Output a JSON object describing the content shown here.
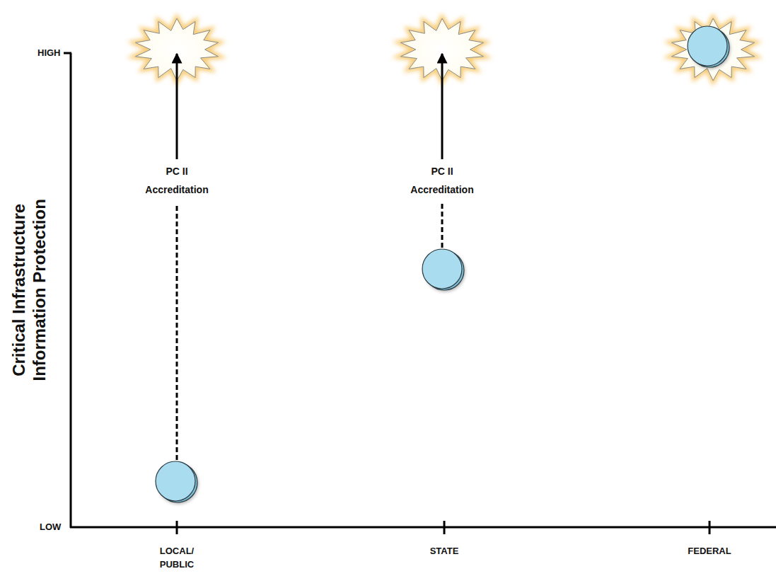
{
  "diagram": {
    "labels": [
      "Critical Infrastructure Information Protection",
      "HIGH",
      "LOW",
      "PC II Accreditation",
      "PC II Accreditation",
      "LOCAL/ PUBLIC",
      "STATE",
      "FEDERAL"
    ]
  }
}
